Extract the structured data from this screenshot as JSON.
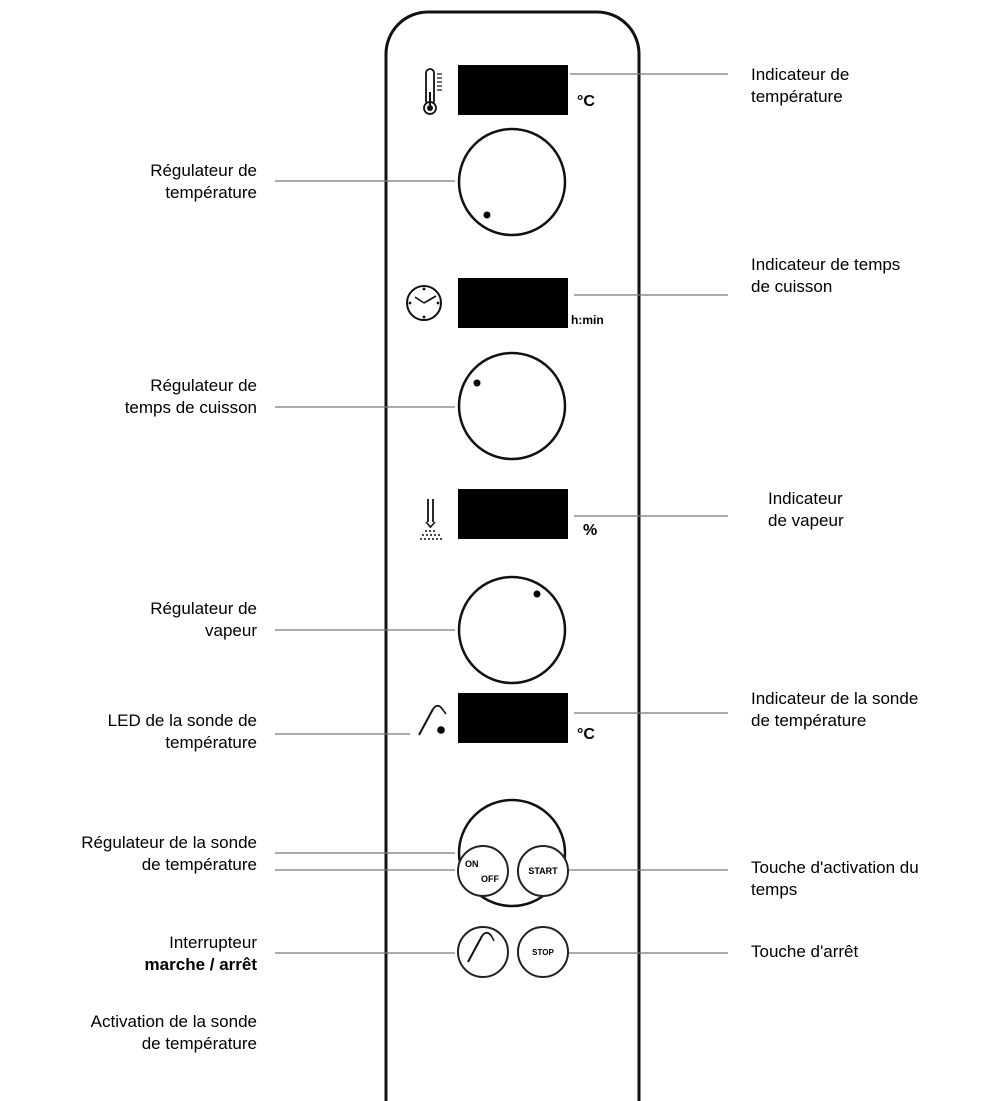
{
  "panel": {
    "units": {
      "temp": "°C",
      "time": "h:min",
      "steam": "%",
      "probe": "°C"
    },
    "buttons": {
      "on": "ON",
      "off": "OFF",
      "start": "START",
      "stop": "STOP"
    },
    "icons": [
      "thermometer-icon",
      "clock-icon",
      "steam-icon",
      "probe-icon"
    ]
  },
  "labels": {
    "right": {
      "temp_display": [
        "Indicateur de",
        "température"
      ],
      "time_display": [
        "Indicateur de temps",
        "de cuisson"
      ],
      "steam_display": [
        "Indicateur",
        "de vapeur"
      ],
      "probe_display": [
        "Indicateur de la sonde",
        "de température"
      ],
      "start_key": [
        "Touche d'activation du",
        "temps"
      ],
      "stop_key": [
        "Touche d'arrêt"
      ]
    },
    "left": {
      "temp_knob": [
        "Régulateur de",
        "température"
      ],
      "time_knob": [
        "Régulateur de",
        "temps de cuisson"
      ],
      "steam_knob": [
        "Régulateur de",
        "vapeur"
      ],
      "probe_led": [
        "LED de la sonde de",
        "température"
      ],
      "probe_knob": [
        "Régulateur de la sonde",
        "de température"
      ],
      "onoff_switch": [
        "Interrupteur",
        "marche / arrêt"
      ],
      "probe_activation": [
        "Activation de la sonde",
        "de température"
      ]
    }
  }
}
